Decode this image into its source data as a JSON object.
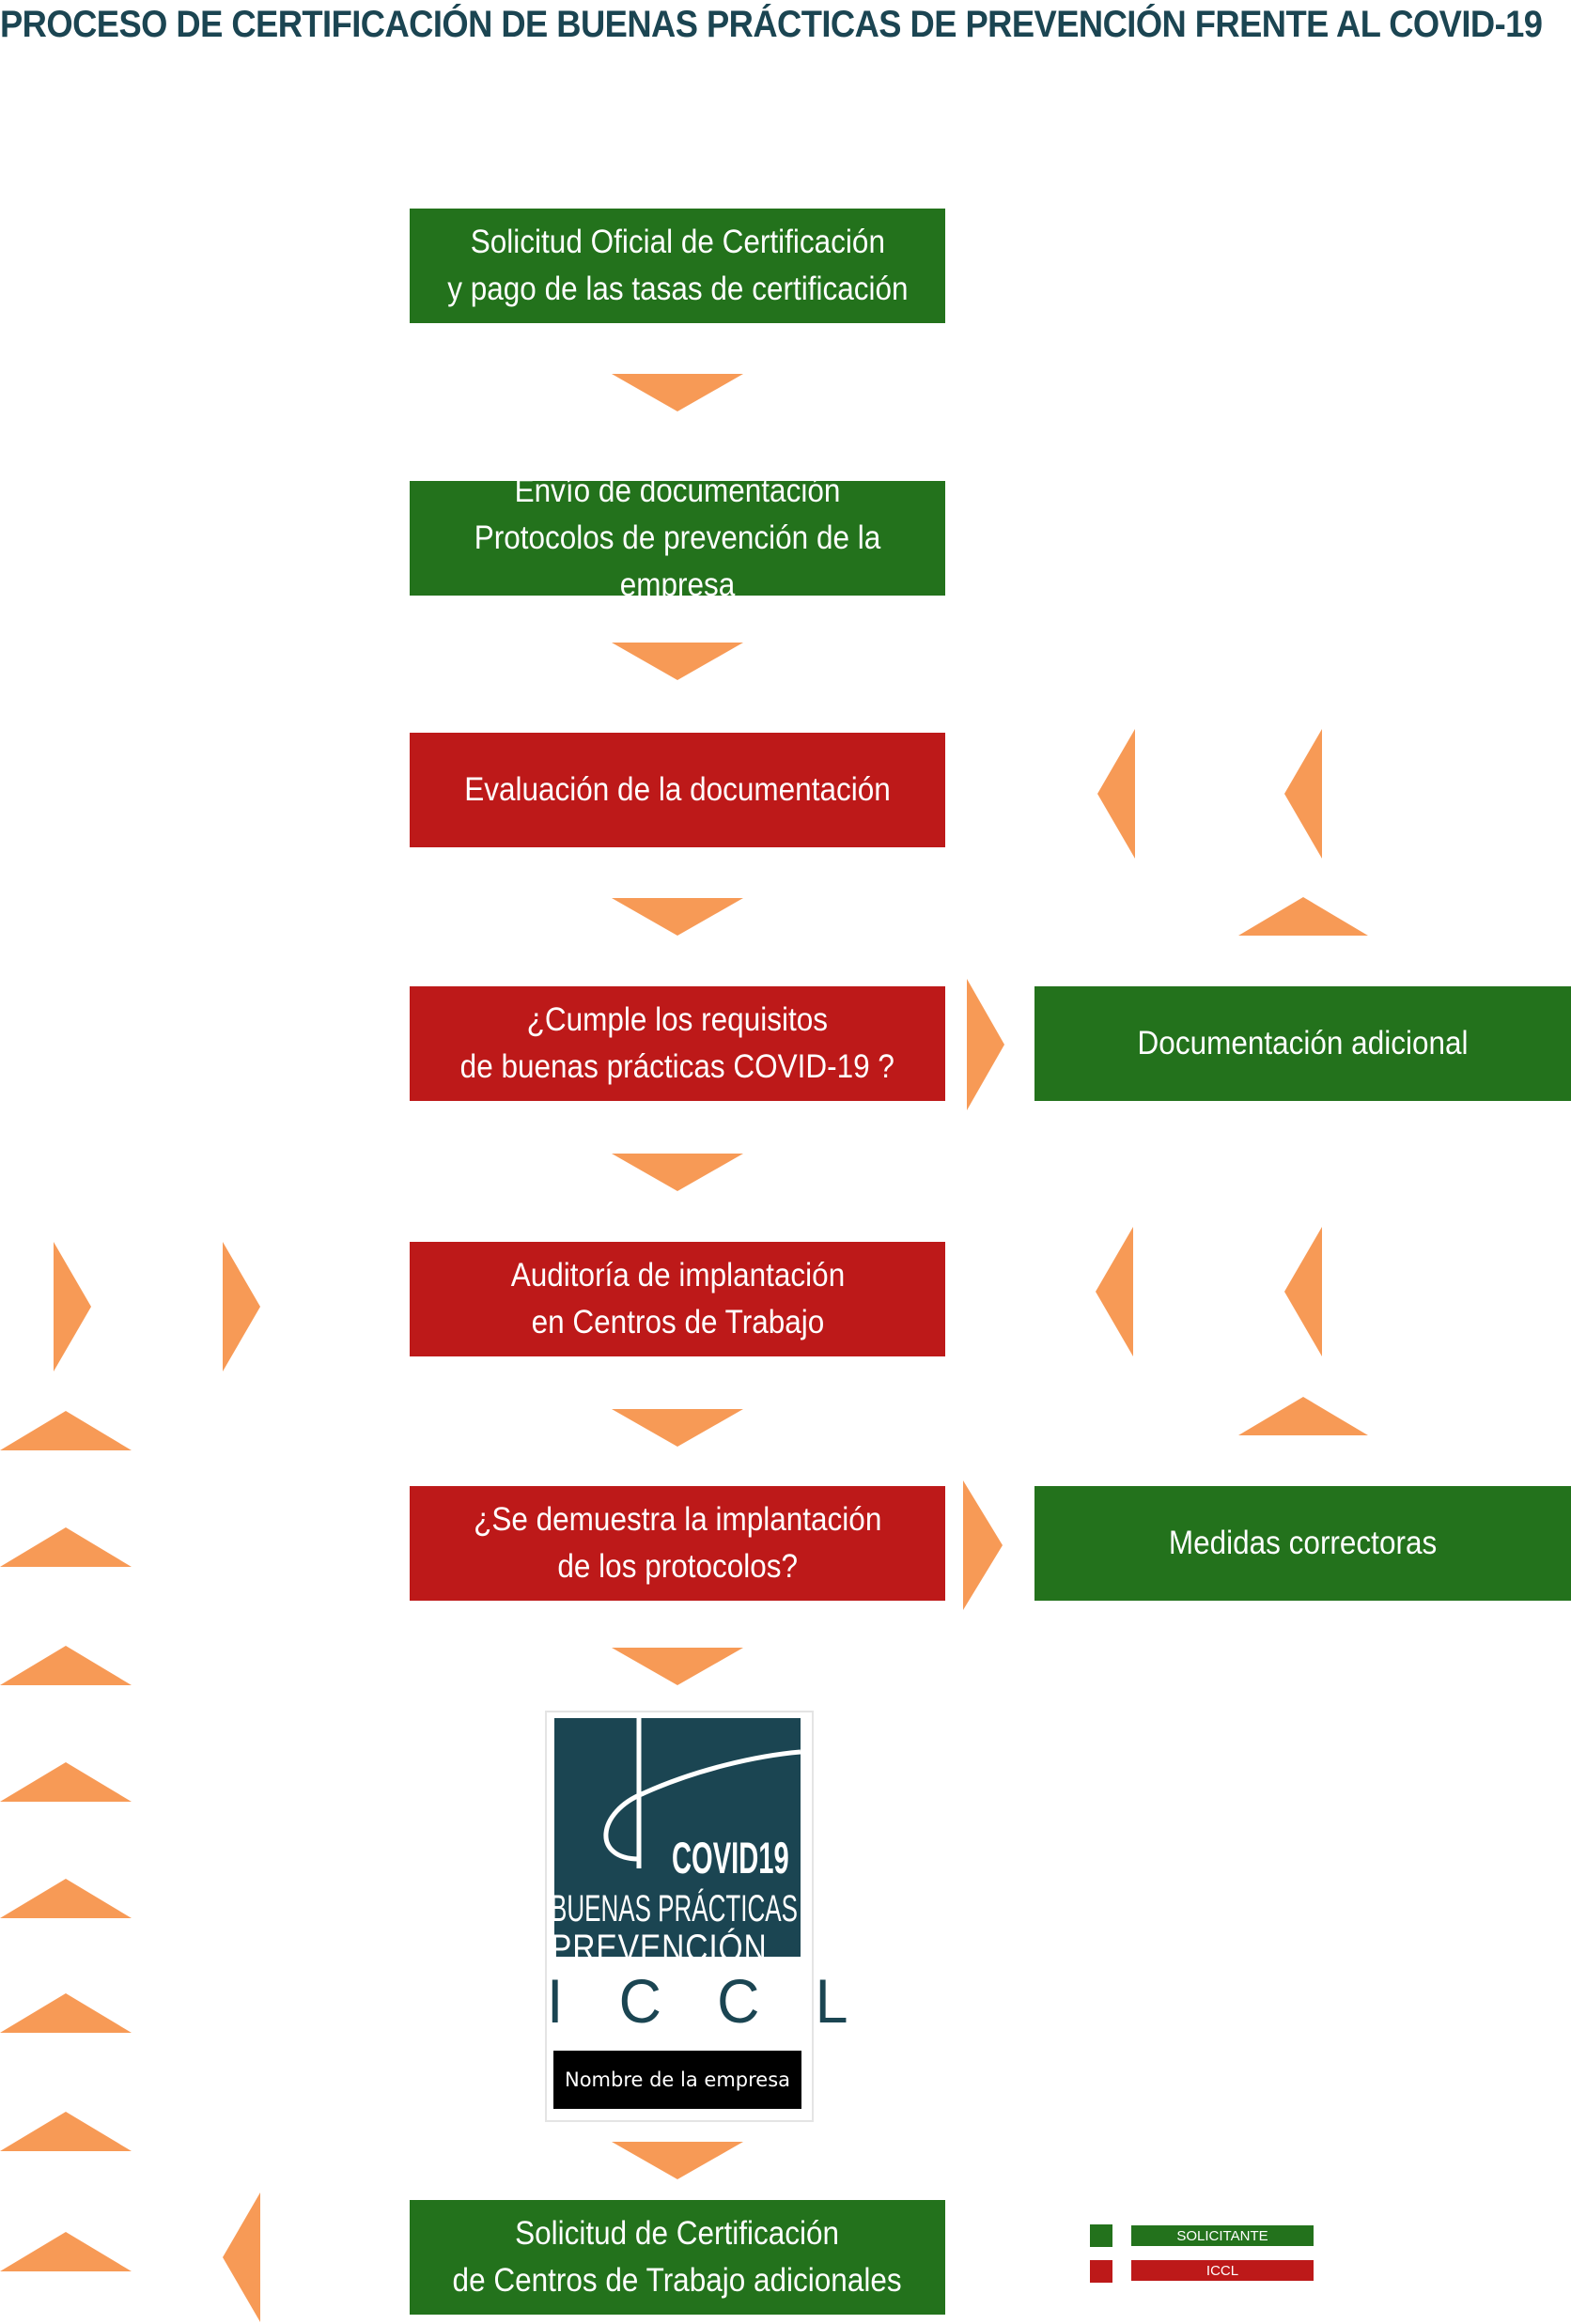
{
  "title": "PROCESO DE CERTIFICACIÓN DE BUENAS PRÁCTICAS DE PREVENCIÓN FRENTE AL COVID-19",
  "steps": [
    {
      "text": "Solicitud Oficial de Certificación\ny pago de las tasas de certificación",
      "actor": "SOLICITANTE"
    },
    {
      "text": "Envío de documentación\nProtocolos de prevención de la empresa",
      "actor": "SOLICITANTE"
    },
    {
      "text": "Evaluación de la documentación",
      "actor": "ICCL"
    },
    {
      "text": "¿Cumple los requisitos\nde buenas prácticas COVID-19 ?",
      "actor": "ICCL"
    },
    {
      "text": "Auditoría de implantación\nen Centros de Trabajo",
      "actor": "ICCL"
    },
    {
      "text": "¿Se demuestra la implantación\nde los protocolos?",
      "actor": "ICCL"
    },
    {
      "text": "Solicitud de Certificación\nde Centros de Trabajo adicionales",
      "actor": "SOLICITANTE"
    }
  ],
  "side_boxes": [
    {
      "text": "Documentación adicional",
      "actor": "SOLICITANTE"
    },
    {
      "text": "Medidas correctoras",
      "actor": "SOLICITANTE"
    }
  ],
  "seal": {
    "line1": "COVID19",
    "line2": "BUENAS PRÁCTICAS",
    "line3": "PREVENCIÓN",
    "brand": "I C C L",
    "company": "Nombre de la empresa"
  },
  "legend": [
    {
      "label": "SOLICITANTE",
      "color": "#23721c"
    },
    {
      "label": "ICCL",
      "color": "#bd1919"
    }
  ],
  "colors": {
    "solicitante": "#23721c",
    "iccl": "#bd1919",
    "arrow": "#f79a56",
    "title": "#1b4552"
  }
}
